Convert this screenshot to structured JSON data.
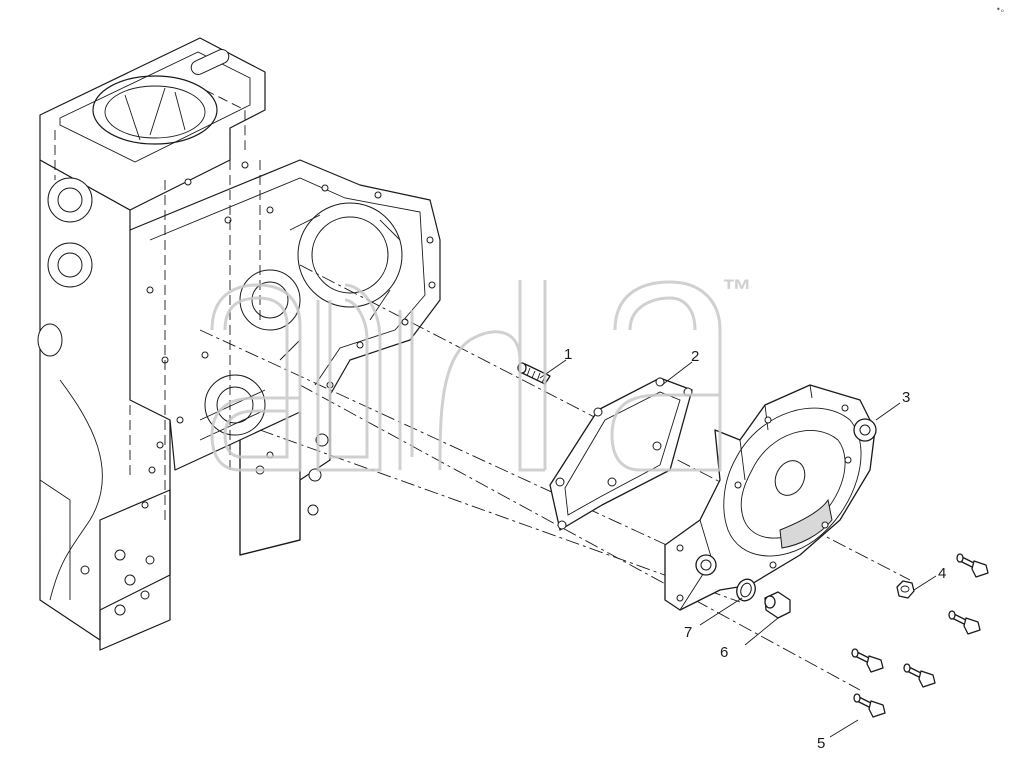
{
  "callouts": [
    {
      "id": "1",
      "label": "1"
    },
    {
      "id": "2",
      "label": "2"
    },
    {
      "id": "3",
      "label": "3"
    },
    {
      "id": "4",
      "label": "4"
    },
    {
      "id": "5",
      "label": "5"
    },
    {
      "id": "6",
      "label": "6"
    },
    {
      "id": "7",
      "label": "7"
    }
  ],
  "watermark": {
    "trademark": "™"
  },
  "corner_mark": "•ₒ",
  "colors": {
    "line": "#1a1a1a",
    "watermark": "#c8c8c8",
    "background": "#ffffff"
  }
}
